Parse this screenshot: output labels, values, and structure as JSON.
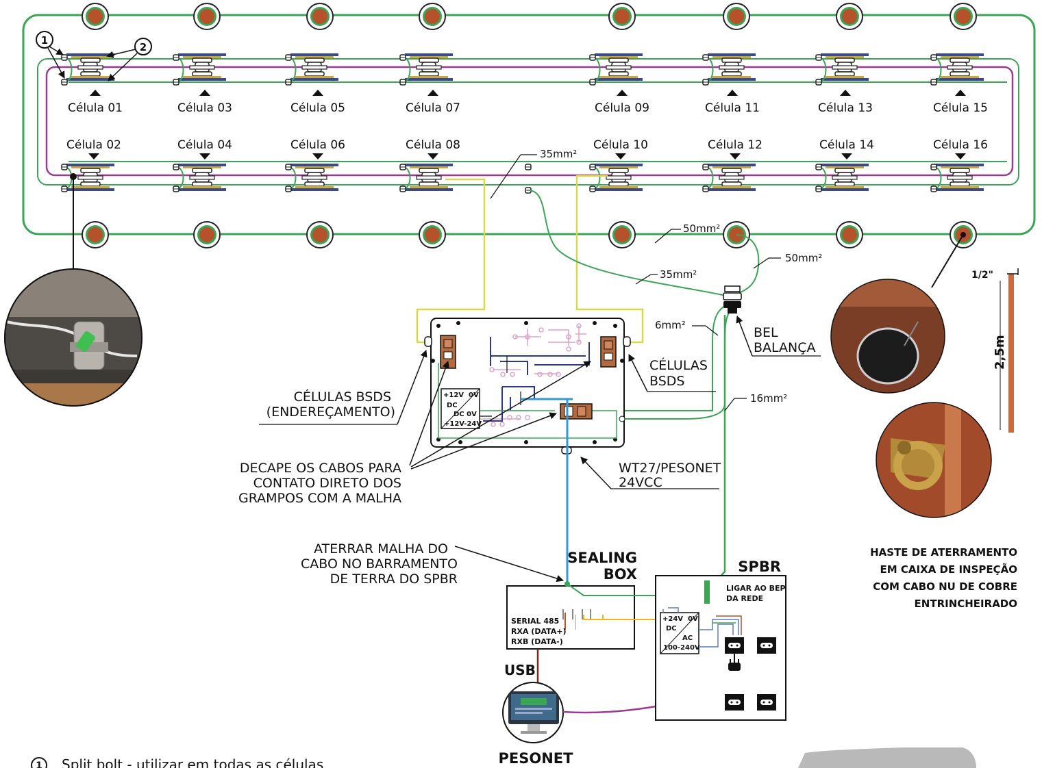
{
  "cells_top": [
    "Célula 01",
    "Célula 03",
    "Célula 05",
    "Célula 07",
    "Célula 09",
    "Célula 11",
    "Célula 13",
    "Célula 15"
  ],
  "cells_bottom": [
    "Célula 02",
    "Célula 04",
    "Célula 06",
    "Célula 08",
    "Célula 10",
    "Célula 12",
    "Célula 14",
    "Célula 16"
  ],
  "callouts": {
    "one": "1",
    "two": "2"
  },
  "cables": {
    "c35_top": "35mm²",
    "c50_mid": "50mm²",
    "c35_mid": "35mm²",
    "c50_right": "50mm²",
    "c6": "6mm²",
    "c16": "16mm²"
  },
  "labels": {
    "bel_1": "BEL",
    "bel_2": "BALANÇA",
    "celulas_bsds_1": "CÉLULAS",
    "celulas_bsds_2": "BSDS",
    "celulas_end_1": "CÉLULAS BSDS",
    "celulas_end_2": "(ENDEREÇAMENTO)",
    "decape_1": "DECAPE OS CABOS PARA",
    "decape_2": "CONTATO DIRETO DOS",
    "decape_3": "GRAMPOS COM A MALHA",
    "wt27_1": "WT27/PESONET",
    "wt27_2": "24VCC",
    "aterrar_1": "ATERRAR MALHA DO",
    "aterrar_2": "CABO NO BARRAMENTO",
    "aterrar_3": "DE TERRA DO SPBR",
    "sealing_1": "SEALING",
    "sealing_2": "BOX",
    "spbr": "SPBR",
    "ligar_1": "LIGAR AO BEP",
    "ligar_2": "DA REDE",
    "haste_1": "HASTE DE ATERRAMENTO",
    "haste_2": "EM CAIXA DE INSPEÇÃO",
    "haste_3": "COM CABO NU DE COBRE",
    "haste_4": "ENTRINCHEIRADO",
    "usb": "USB",
    "pesonet": "PESONET",
    "rod_top": "1/2\"",
    "rod_len": "2,5m",
    "footnote": "Split bolt - utilizar em todas as células"
  },
  "board": {
    "p12_a": "+12V",
    "p12_b": "0V",
    "p12_c": "DC",
    "p12_d": "DC  0V",
    "p12_e": "+12V-24V"
  },
  "sealing_box": {
    "serial": "SERIAL 485",
    "rxa": "RXA (DATA+)",
    "rxb": "RXB (DATA-)"
  },
  "psu": {
    "a": "+24V",
    "b": "0V",
    "c": "DC",
    "d": "AC",
    "e": "100-240V"
  },
  "colors": {
    "ground_green": "#3aa655",
    "purple": "#9b3a93",
    "yellow": "#d8d94a",
    "blue": "#2f9ad8",
    "rod": "#b5522c",
    "orange": "#f0b323"
  }
}
